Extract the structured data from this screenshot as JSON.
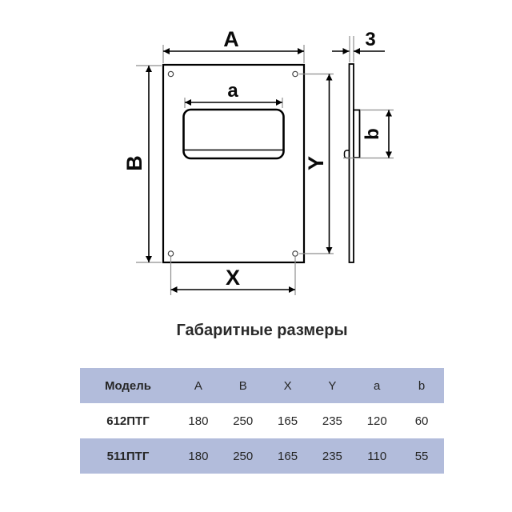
{
  "diagram": {
    "front_view": {
      "width_label": "A",
      "height_label": "B",
      "opening_width_label": "a",
      "hole_spacing_x_label": "X",
      "hole_spacing_y_label": "Y"
    },
    "side_view": {
      "thickness_label": "3",
      "duct_depth_label": "b"
    }
  },
  "table": {
    "title": "Габаритные размеры",
    "columns": [
      "Модель",
      "A",
      "B",
      "X",
      "Y",
      "a",
      "b"
    ],
    "rows": [
      {
        "model": "612ПТГ",
        "values": [
          "180",
          "250",
          "165",
          "235",
          "120",
          "60"
        ]
      },
      {
        "model": "511ПТГ",
        "values": [
          "180",
          "250",
          "165",
          "235",
          "110",
          "55"
        ]
      }
    ]
  },
  "colors": {
    "accent_row": "#b2bcdb",
    "text": "#262626",
    "line": "#000000",
    "extension_line": "#8f8f8f"
  }
}
